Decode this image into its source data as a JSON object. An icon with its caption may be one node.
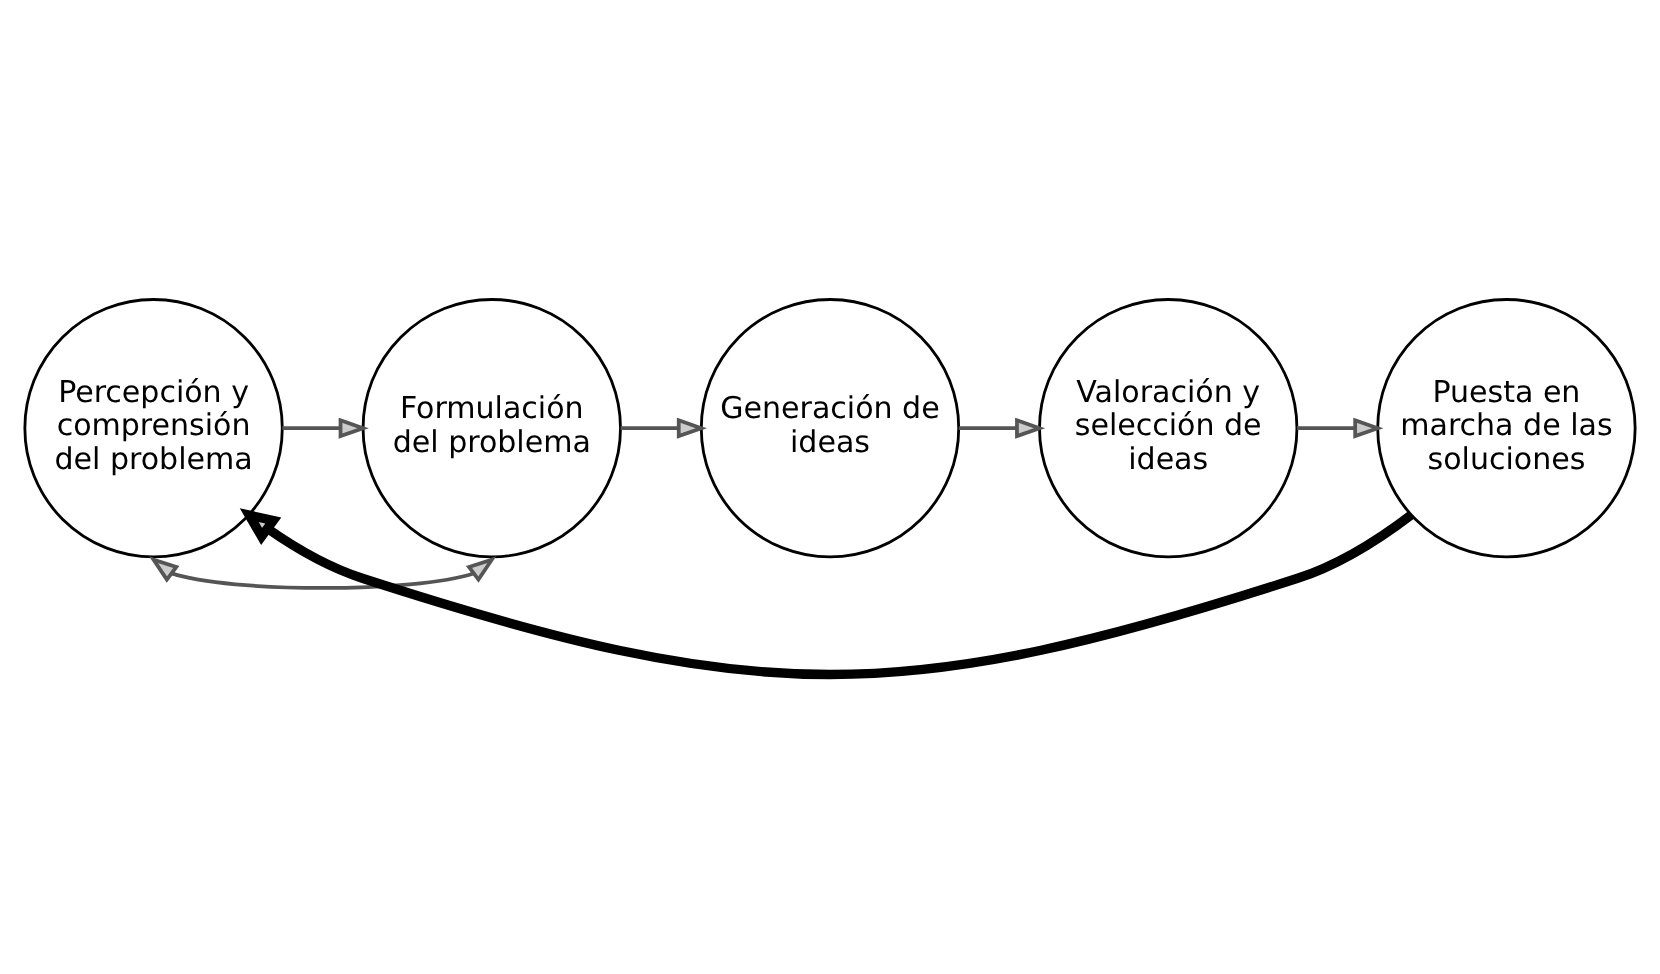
{
  "diagram": {
    "nodes": [
      {
        "text": [
          "Percepción y comprensión del problema"
        ]
      },
      {
        "text": [
          "Formulación del problema"
        ]
      },
      {
        "text": [
          "Generación de ideas"
        ]
      },
      {
        "text": [
          "Valoración y selección de ideas"
        ]
      },
      {
        "text": [
          "Puesta en marcha de las soluciones"
        ]
      }
    ],
    "edges": [
      {
        "from": 0,
        "to": 1,
        "arrow": "to"
      },
      {
        "from": 1,
        "to": 0,
        "arrow": "both"
      },
      {
        "from": 1,
        "to": 2,
        "arrow": "to"
      },
      {
        "from": 2,
        "to": 3,
        "arrow": "to"
      },
      {
        "from": 3,
        "to": 4,
        "arrow": "to"
      },
      {
        "from": 4,
        "to": 0,
        "arrow": "to",
        "style": "thick",
        "color": "#000000"
      }
    ]
  }
}
